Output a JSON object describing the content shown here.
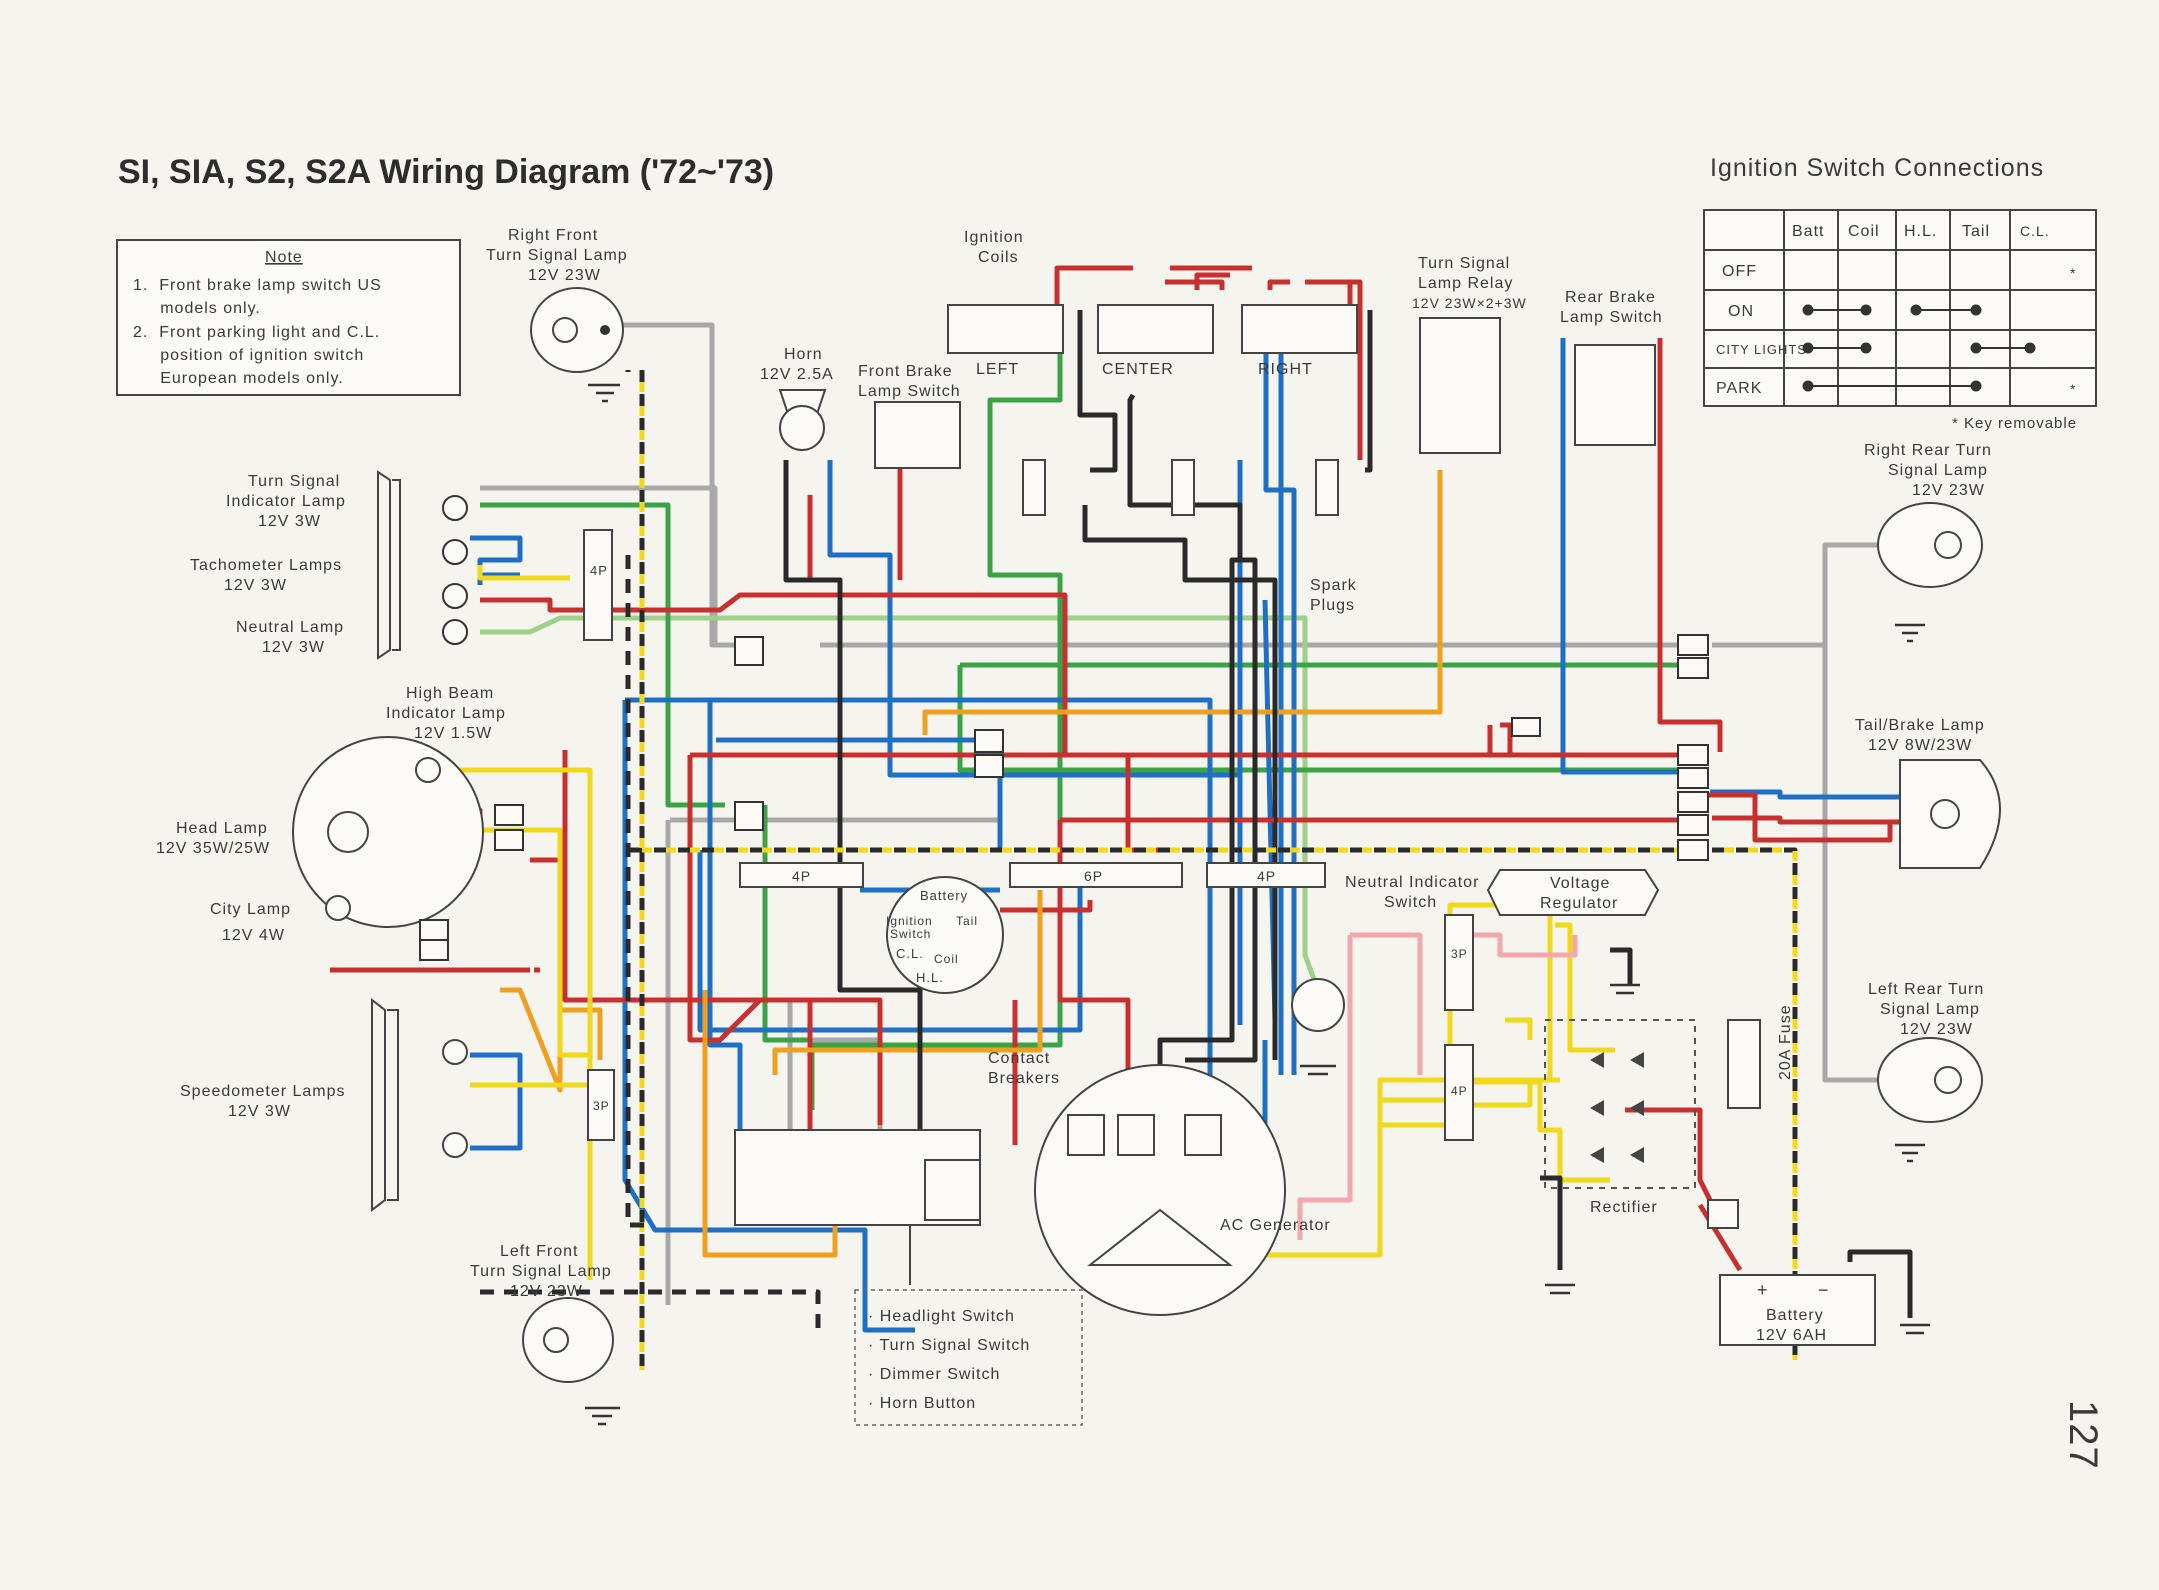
{
  "title": "SI, SIA, S2, S2A Wiring Diagram ('72~'73)",
  "page_number": "127",
  "note": {
    "heading": "Note",
    "lines": [
      "1.  Front brake lamp switch US",
      "     models only.",
      "2.  Front parking light and C.L.",
      "     position of ignition switch",
      "     European models only."
    ]
  },
  "ignition_switch_table": {
    "title": "Ignition Switch Connections",
    "columns": [
      "Batt",
      "Coil",
      "H.L.",
      "Tail",
      "C.L."
    ],
    "rows": [
      {
        "label": "OFF",
        "mark": "*"
      },
      {
        "label": "ON",
        "mark": ""
      },
      {
        "label": "CITY LIGHTS",
        "mark": ""
      },
      {
        "label": "PARK",
        "mark": "*"
      }
    ],
    "footnote": "* Key removable"
  },
  "components": {
    "right_front_turn": [
      "Right Front",
      "Turn Signal Lamp",
      "12V 23W"
    ],
    "turn_indicator": [
      "Turn Signal",
      "Indicator Lamp",
      "12V 3W"
    ],
    "tachometer": [
      "Tachometer Lamps",
      "12V 3W"
    ],
    "neutral_lamp": [
      "Neutral Lamp",
      "12V 3W"
    ],
    "high_beam": [
      "High Beam",
      "Indicator Lamp",
      "12V 1.5W"
    ],
    "head_lamp": [
      "Head Lamp",
      "12V 35W/25W"
    ],
    "city_lamp": [
      "City Lamp",
      "12V 4W"
    ],
    "speedometer": [
      "Speedometer Lamps",
      "12V 3W"
    ],
    "left_front_turn": [
      "Left Front",
      "Turn Signal Lamp",
      "12V 23W"
    ],
    "horn": [
      "Horn",
      "12V 2.5A"
    ],
    "front_brake_switch": [
      "Front Brake",
      "Lamp Switch"
    ],
    "ignition_coils": [
      "Ignition",
      "Coils"
    ],
    "coil_left": "LEFT",
    "coil_center": "CENTER",
    "coil_right": "RIGHT",
    "spark_plugs": [
      "Spark",
      "Plugs"
    ],
    "turn_relay": [
      "Turn Signal",
      "Lamp Relay",
      "12V 23W×2+3W"
    ],
    "rear_brake_switch": [
      "Rear Brake",
      "Lamp Switch"
    ],
    "right_rear_turn": [
      "Right Rear Turn",
      "Signal Lamp",
      "12V 23W"
    ],
    "tail_brake": [
      "Tail/Brake Lamp",
      "12V 8W/23W"
    ],
    "left_rear_turn": [
      "Left Rear Turn",
      "Signal Lamp",
      "12V 23W"
    ],
    "neutral_switch": [
      "Neutral Indicator",
      "Switch"
    ],
    "voltage_regulator": [
      "Voltage",
      "Regulator"
    ],
    "fuse": "20A Fuse",
    "rectifier": "Rectifier",
    "battery": [
      "Battery",
      "12V 6AH"
    ],
    "contact_breakers": [
      "Contact",
      "Breakers"
    ],
    "ac_generator": "AC Generator",
    "ignition_switch_small": {
      "battery": "Battery",
      "ignition": [
        "Ignition",
        "Switch"
      ],
      "tail": "Tail",
      "cl": "C.L.",
      "coil": "Coil",
      "hl": "H.L."
    },
    "connectors": {
      "c4p_left": "4P",
      "c6p": "6P",
      "c4p_right": "4P",
      "c4p_dash": "4P",
      "c3p_speedo": "3P",
      "c3p_right": "3P",
      "c4p_rect": "4P"
    }
  },
  "handlebar_switch_list": [
    "· Headlight Switch",
    "· Turn Signal Switch",
    "· Dimmer Switch",
    "· Horn Button"
  ],
  "battery_terminals": {
    "plus": "+",
    "minus": "−"
  },
  "wire_colors": {
    "red": "#c8302f",
    "green": "#3aa346",
    "blue": "#1f6fc4",
    "yellow": "#f0d81c",
    "black": "#2a2a2a",
    "gray": "#a8a8a8",
    "orange": "#f0a020",
    "light_green": "#9ed08a",
    "pink": "#f3a8b0",
    "brown": "#8a5a2a"
  }
}
